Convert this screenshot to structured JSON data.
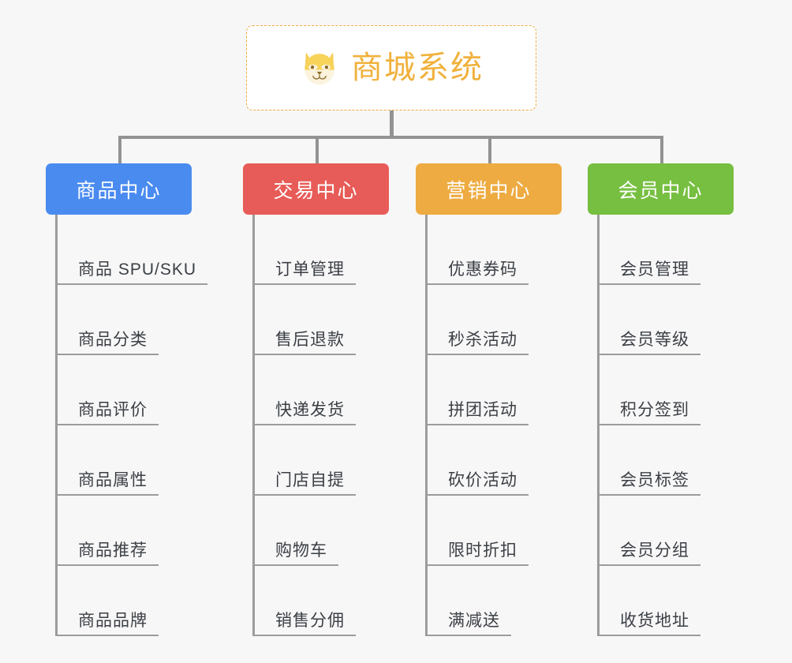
{
  "root": {
    "title": "商城系统",
    "icon": "shiba-inu-icon",
    "border_color": "#eeab41",
    "text_color": "#f0b13c",
    "background": "#ffffff"
  },
  "page": {
    "background": "#f7f7f7",
    "connector_color": "#939393"
  },
  "columns": [
    {
      "title": "商品中心",
      "color": "#4a8bf0",
      "items": [
        "商品 SPU/SKU",
        "商品分类",
        "商品评价",
        "商品属性",
        "商品推荐",
        "商品品牌"
      ]
    },
    {
      "title": "交易中心",
      "color": "#e75c58",
      "items": [
        "订单管理",
        "售后退款",
        "快递发货",
        "门店自提",
        "购物车",
        "销售分佣"
      ]
    },
    {
      "title": "营销中心",
      "color": "#eeab41",
      "items": [
        "优惠券码",
        "秒杀活动",
        "拼团活动",
        "砍价活动",
        "限时折扣",
        "满减送"
      ]
    },
    {
      "title": "会员中心",
      "color": "#76bf41",
      "items": [
        "会员管理",
        "会员等级",
        "积分签到",
        "会员标签",
        "会员分组",
        "收货地址"
      ]
    }
  ]
}
